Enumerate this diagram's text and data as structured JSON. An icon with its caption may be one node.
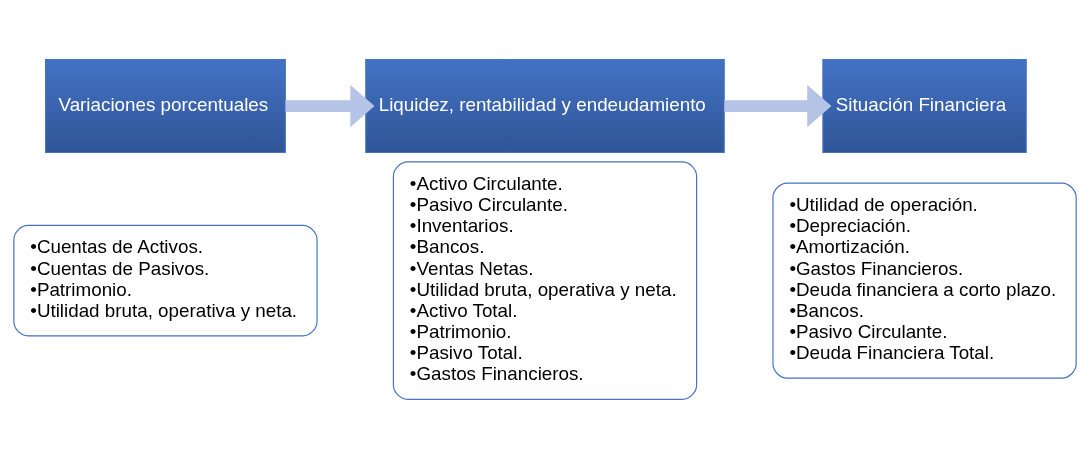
{
  "diagram": {
    "nodes": [
      {
        "text": [
          "Variaciones porcentuales"
        ]
      },
      {
        "text": [
          "•Cuentas de Activos.",
          "•Cuentas de Pasivos.",
          "•Patrimonio.",
          "•Utilidad bruta, operativa y neta."
        ]
      },
      {
        "text": [
          "Liquidez, rentabilidad y endeudamiento"
        ]
      },
      {
        "text": [
          "•Activo Circulante.",
          "•Pasivo Circulante.",
          "•Inventarios.",
          "•Bancos.",
          "•Ventas Netas.",
          "•Utilidad bruta, operativa y neta.",
          "•Activo Total.",
          "•Patrimonio.",
          "•Pasivo Total.",
          "•Gastos Financieros."
        ]
      },
      {
        "text": [
          "Situación Financiera"
        ]
      },
      {
        "text": [
          "•Utilidad de operación.",
          "•Depreciación.",
          "•Amortización.",
          "•Gastos Financieros.",
          "•Deuda financiera a corto plazo.",
          "•Bancos.",
          "•Pasivo Circulante.",
          "•Deuda Financiera Total."
        ]
      }
    ],
    "edges": [
      {
        "from": 0,
        "to": 2,
        "arrow": "to"
      },
      {
        "from": 2,
        "to": 4,
        "arrow": "to"
      }
    ]
  }
}
